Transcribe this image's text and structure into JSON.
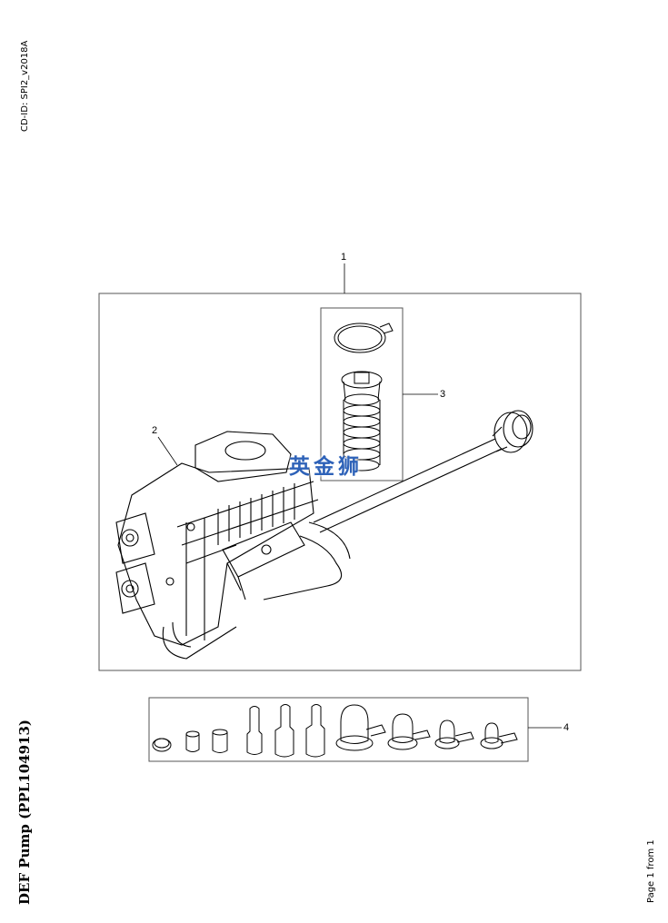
{
  "header": {
    "cd_id": "CD-ID: SPI2_v2018A"
  },
  "document": {
    "title": "DEF Pump (PPL104913)"
  },
  "footer": {
    "page": "Page 1 from 1"
  },
  "callouts": {
    "kit": "1",
    "pump": "2",
    "filter": "3",
    "fittings": "4"
  },
  "watermark": {
    "text": "英金狮"
  },
  "colors": {
    "line": "#000000",
    "frame": "#555555",
    "background": "#ffffff",
    "watermark": "#2e62b8"
  }
}
